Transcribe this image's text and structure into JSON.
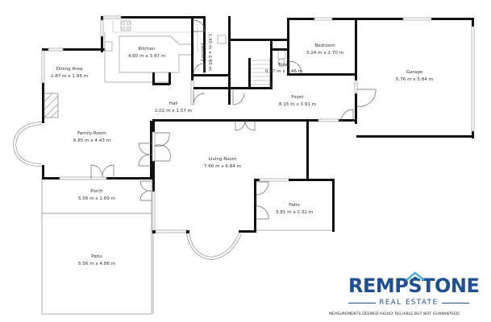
{
  "floorplan": {
    "rooms": [
      {
        "id": "kitchen",
        "name": "Kitchen",
        "dims": "4.60 m x 3.47 m"
      },
      {
        "id": "laundry",
        "name": "Laundry",
        "dims": "1.45 m x 2.65 m"
      },
      {
        "id": "dining",
        "name": "Dining Area",
        "dims": "2.87 m x 1.95 m"
      },
      {
        "id": "hall",
        "name": "Hall",
        "dims": "2.02 m x 1.57 m"
      },
      {
        "id": "bedroom",
        "name": "Bedroom",
        "dims": "3.24 m x 2.70 m"
      },
      {
        "id": "toilet",
        "name": "Toilet",
        "dims": "0.97 m x 1.46 m"
      },
      {
        "id": "foyer",
        "name": "Foyer",
        "dims": "8.15 m x 3.91 m"
      },
      {
        "id": "garage",
        "name": "Garage",
        "dims": "5.76 m x 5.84 m"
      },
      {
        "id": "family",
        "name": "Family Room",
        "dims": "6.85 m x 4.43 m"
      },
      {
        "id": "living",
        "name": "Living Room",
        "dims": "7.66 m x 6.84 m"
      },
      {
        "id": "porch",
        "name": "Porch",
        "dims": "5.56 m x 1.69 m"
      },
      {
        "id": "patio_small",
        "name": "Patio",
        "dims": "3.81 m x 2.32 m"
      },
      {
        "id": "patio_large",
        "name": "Patio",
        "dims": "5.56 m x 4.86 m"
      }
    ]
  },
  "branding": {
    "logo_main": "REMPSTONE",
    "logo_sub": "REAL ESTATE",
    "brand_color": "#1d4f91",
    "disclaimer": "MEASUREMENTS DEEMED HIGHLY RELIABLE BUT NOT GUARANTEED."
  }
}
